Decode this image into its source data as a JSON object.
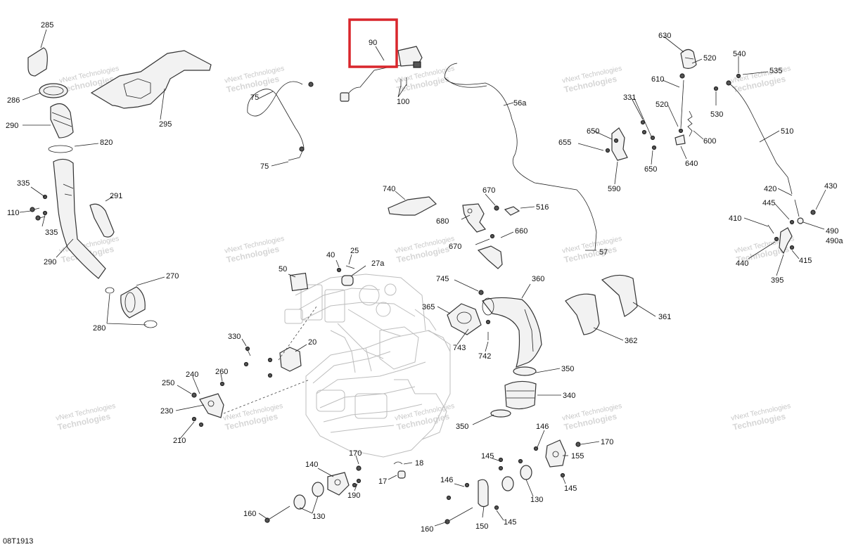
{
  "diagram_code": "08T1913",
  "watermark": {
    "line1": "vNext Technologies",
    "line2": "Technologies"
  },
  "highlight_color": "#d9262c",
  "callouts": [
    {
      "id": "c285",
      "text": "285"
    },
    {
      "id": "c286",
      "text": "286"
    },
    {
      "id": "c290a",
      "text": "290"
    },
    {
      "id": "c820",
      "text": "820"
    },
    {
      "id": "c335a",
      "text": "335"
    },
    {
      "id": "c110",
      "text": "110"
    },
    {
      "id": "c335b",
      "text": "335"
    },
    {
      "id": "c291",
      "text": "291"
    },
    {
      "id": "c290b",
      "text": "290"
    },
    {
      "id": "c270",
      "text": "270"
    },
    {
      "id": "c280",
      "text": "280"
    },
    {
      "id": "c295",
      "text": "295"
    },
    {
      "id": "c75a",
      "text": "75"
    },
    {
      "id": "c75b",
      "text": "75"
    },
    {
      "id": "c90",
      "text": "90"
    },
    {
      "id": "c100",
      "text": "100"
    },
    {
      "id": "c56a",
      "text": "56a"
    },
    {
      "id": "c57",
      "text": "57"
    },
    {
      "id": "c740",
      "text": "740"
    },
    {
      "id": "c670a",
      "text": "670"
    },
    {
      "id": "c516",
      "text": "516"
    },
    {
      "id": "c680",
      "text": "680"
    },
    {
      "id": "c670b",
      "text": "670"
    },
    {
      "id": "c660",
      "text": "660"
    },
    {
      "id": "c50",
      "text": "50"
    },
    {
      "id": "c40",
      "text": "40"
    },
    {
      "id": "c25",
      "text": "25"
    },
    {
      "id": "c27a",
      "text": "27a"
    },
    {
      "id": "c745",
      "text": "745"
    },
    {
      "id": "c360",
      "text": "360"
    },
    {
      "id": "c365",
      "text": "365"
    },
    {
      "id": "c743",
      "text": "743"
    },
    {
      "id": "c742",
      "text": "742"
    },
    {
      "id": "c361",
      "text": "361"
    },
    {
      "id": "c362",
      "text": "362"
    },
    {
      "id": "c330",
      "text": "330"
    },
    {
      "id": "c20",
      "text": "20"
    },
    {
      "id": "c240",
      "text": "240"
    },
    {
      "id": "c260",
      "text": "260"
    },
    {
      "id": "c250",
      "text": "250"
    },
    {
      "id": "c230",
      "text": "230"
    },
    {
      "id": "c210",
      "text": "210"
    },
    {
      "id": "c350a",
      "text": "350"
    },
    {
      "id": "c340",
      "text": "340"
    },
    {
      "id": "c350b",
      "text": "350"
    },
    {
      "id": "c630",
      "text": "630"
    },
    {
      "id": "c520a",
      "text": "520"
    },
    {
      "id": "c540",
      "text": "540"
    },
    {
      "id": "c535",
      "text": "535"
    },
    {
      "id": "c610",
      "text": "610"
    },
    {
      "id": "c331",
      "text": "331"
    },
    {
      "id": "c520b",
      "text": "520"
    },
    {
      "id": "c530",
      "text": "530"
    },
    {
      "id": "c650a",
      "text": "650"
    },
    {
      "id": "c655",
      "text": "655"
    },
    {
      "id": "c600",
      "text": "600"
    },
    {
      "id": "c510",
      "text": "510"
    },
    {
      "id": "c640",
      "text": "640"
    },
    {
      "id": "c650b",
      "text": "650"
    },
    {
      "id": "c590",
      "text": "590"
    },
    {
      "id": "c420",
      "text": "420"
    },
    {
      "id": "c430",
      "text": "430"
    },
    {
      "id": "c445",
      "text": "445"
    },
    {
      "id": "c410",
      "text": "410"
    },
    {
      "id": "c490",
      "text": "490"
    },
    {
      "id": "c490a",
      "text": "490a"
    },
    {
      "id": "c440",
      "text": "440"
    },
    {
      "id": "c415",
      "text": "415"
    },
    {
      "id": "c395",
      "text": "395"
    },
    {
      "id": "c140",
      "text": "140"
    },
    {
      "id": "c170a",
      "text": "170"
    },
    {
      "id": "c18",
      "text": "18"
    },
    {
      "id": "c17",
      "text": "17"
    },
    {
      "id": "c190",
      "text": "190"
    },
    {
      "id": "c160a",
      "text": "160"
    },
    {
      "id": "c130a",
      "text": "130"
    },
    {
      "id": "c146a",
      "text": "146"
    },
    {
      "id": "c145a",
      "text": "145"
    },
    {
      "id": "c146b",
      "text": "146"
    },
    {
      "id": "c170b",
      "text": "170"
    },
    {
      "id": "c155",
      "text": "155"
    },
    {
      "id": "c145b",
      "text": "145"
    },
    {
      "id": "c130b",
      "text": "130"
    },
    {
      "id": "c160b",
      "text": "160"
    },
    {
      "id": "c150",
      "text": "150"
    },
    {
      "id": "c145c",
      "text": "145"
    }
  ]
}
